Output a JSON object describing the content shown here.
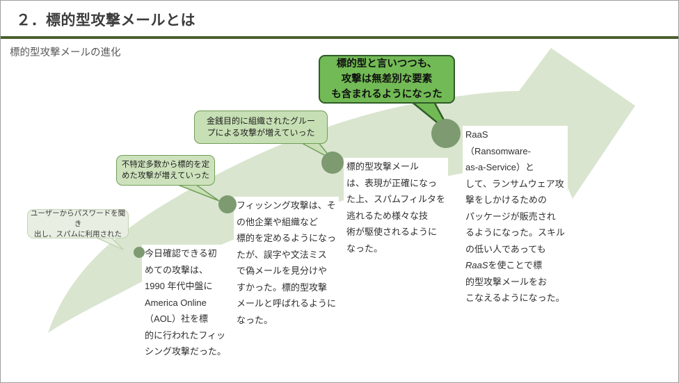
{
  "slide": {
    "title": "２．標的型攻撃メールとは",
    "subtitle": "標的型攻撃メールの進化"
  },
  "colors": {
    "divider_green": "#4c6030",
    "arrow_fill": "#d9e5ce",
    "dot_fill": "#7d9a71",
    "highlight_callout_fill": "#72ba55",
    "highlight_callout_border": "#2f5b28",
    "green_callout_fill": "#c9dfb6",
    "green_callout_border": "#6f9e58",
    "light_callout_fill": "#e8efe2",
    "light_callout_border": "#c0d4af"
  },
  "callouts": [
    {
      "id": "password-spam",
      "text": "ユーザーからパスワードを聞き\n出し、スパムに利用された"
    },
    {
      "id": "mass-targeting",
      "text": "不特定多数から標的を定\nめた攻撃が増えていった"
    },
    {
      "id": "organized-groups",
      "text": "金銭目的に組織されたグルー\nプによる攻撃が増えていった"
    },
    {
      "id": "indiscriminate-elements",
      "text": "標的型と言いつつも、\n攻撃は無差別な要素\nも含まれるようになった"
    }
  ],
  "milestones": [
    {
      "id": "aol-phishing",
      "lines": [
        "今日確認できる初",
        "めての攻撃は、",
        "1990 年代中盤に",
        "America Online",
        "（AOL）社を標",
        "的に行われたフィッ",
        "シング攻撃だった。"
      ]
    },
    {
      "id": "phishing-to-targeted",
      "lines": [
        "フィッシング攻撃は、そ",
        "の他企業や組織など",
        "標的を定めるようになっ",
        "たが、誤字や文法ミス",
        "で偽メールを見分けや",
        "すかった。標的型攻撃",
        "メールと呼ばれるように",
        "なった。"
      ]
    },
    {
      "id": "targeted-mail-refined",
      "lines": [
        "標的型攻撃メール",
        "は、表現が正確になっ",
        "た上、スパムフィルタを",
        "逃れるため様々な技",
        "術が駆使されるように",
        "なった。"
      ]
    },
    {
      "id": "raas",
      "lines": [
        "RaaS",
        "（Ransomware-",
        "as-a-Service）と",
        "して、ランサムウェア攻",
        "撃をしかけるための",
        "パッケージが販売され",
        "るようになった。スキル",
        "の低い人であっても",
        [
          {
            "text": "RaaS",
            "italic": true
          },
          {
            "text": "を使ことで標"
          }
        ],
        "的型攻撃メールをお",
        "こなえるようになった。"
      ]
    }
  ]
}
